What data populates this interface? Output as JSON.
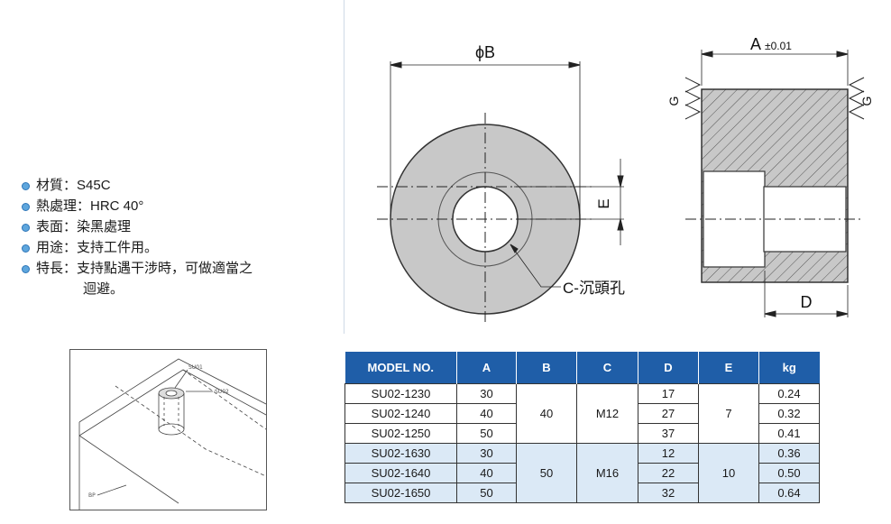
{
  "specs": [
    {
      "label": "材質：",
      "value": "S45C"
    },
    {
      "label": "熱處理：",
      "value": "HRC 40°"
    },
    {
      "label": "表面：",
      "value": "染黑處理"
    },
    {
      "label": "用途：",
      "value": "支持工件用。"
    },
    {
      "label": "特長：",
      "value": "支持點遇干涉時，可做適當之",
      "cont": "迴避。"
    }
  ],
  "drawing": {
    "dim_b": "ϕB",
    "dim_e": "E",
    "dim_c": "C-沉頭孔",
    "dim_a": "A",
    "dim_a_tol": "±0.01",
    "dim_d": "D",
    "dim_g": "G"
  },
  "illustration": {
    "label_su01": "SU01",
    "label_su02": "SU02",
    "label_bp": "BP"
  },
  "table": {
    "headers": [
      "MODEL NO.",
      "A",
      "B",
      "C",
      "D",
      "E",
      "kg"
    ],
    "groups": [
      {
        "b": "40",
        "c": "M12",
        "e": "7",
        "rows": [
          {
            "model": "SU02-1230",
            "a": "30",
            "d": "17",
            "kg": "0.24"
          },
          {
            "model": "SU02-1240",
            "a": "40",
            "d": "27",
            "kg": "0.32"
          },
          {
            "model": "SU02-1250",
            "a": "50",
            "d": "37",
            "kg": "0.41"
          }
        ]
      },
      {
        "b": "50",
        "c": "M16",
        "e": "10",
        "rows": [
          {
            "model": "SU02-1630",
            "a": "30",
            "d": "12",
            "kg": "0.36"
          },
          {
            "model": "SU02-1640",
            "a": "40",
            "d": "22",
            "kg": "0.50"
          },
          {
            "model": "SU02-1650",
            "a": "50",
            "d": "32",
            "kg": "0.64"
          }
        ]
      }
    ]
  },
  "colors": {
    "header_bg": "#1f5ea8",
    "alt_row_bg": "#dbe9f6",
    "bullet": "#5ea6dd",
    "part_fill": "#c8c8c8"
  }
}
